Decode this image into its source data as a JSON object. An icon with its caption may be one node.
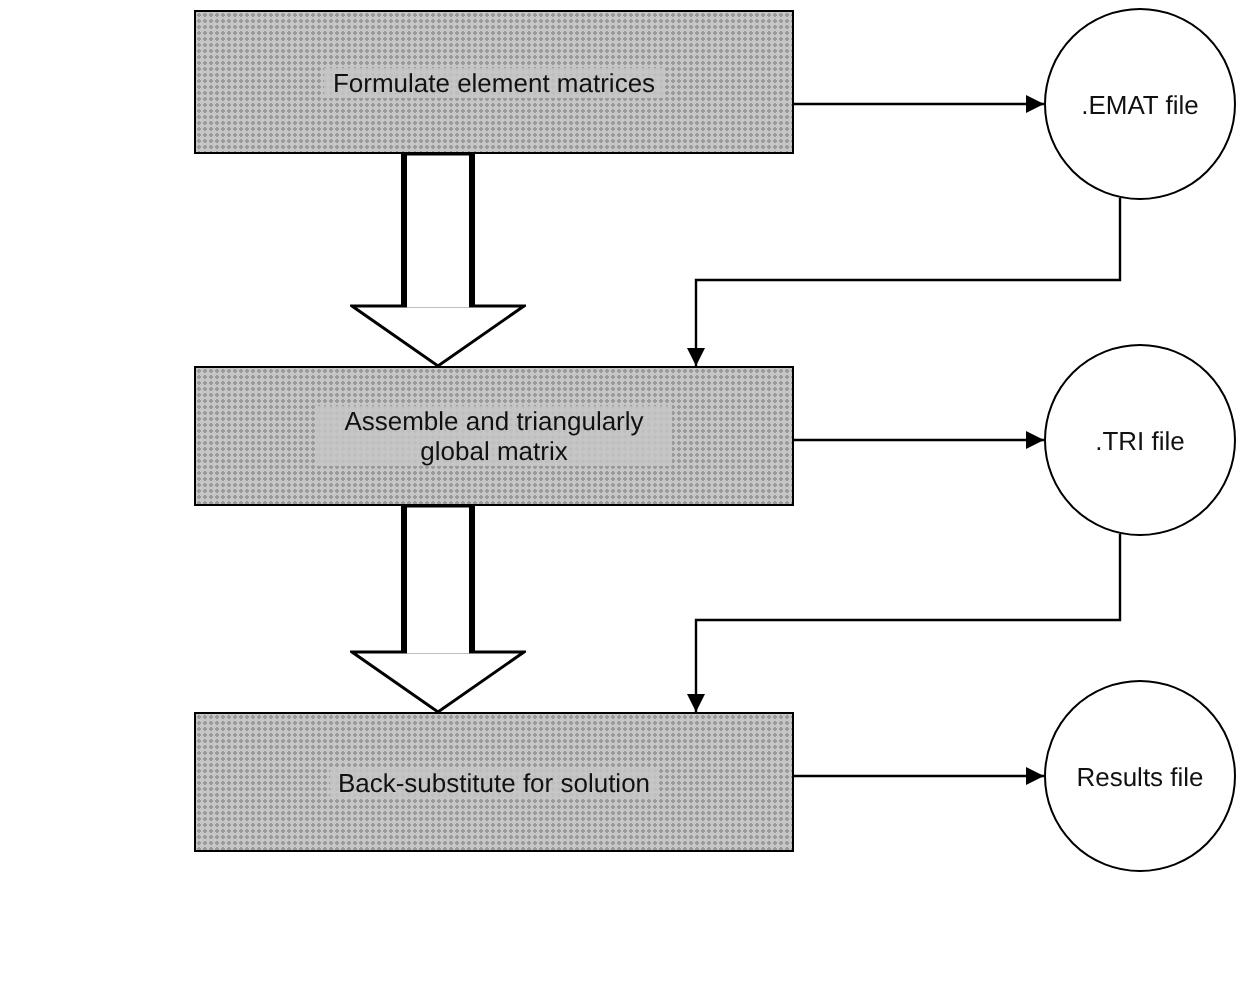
{
  "diagram": {
    "nodes": [
      {
        "text": [
          "Formulate element matrices"
        ]
      },
      {
        "text": [
          ".EMAT file"
        ]
      },
      {
        "text": [
          "Assemble and triangularly global matrix"
        ]
      },
      {
        "text": [
          ".TRI file"
        ]
      },
      {
        "text": [
          "Back-substitute for solution"
        ]
      },
      {
        "text": [
          "Results file"
        ]
      }
    ],
    "edges": [
      {
        "from": 0,
        "to": 1,
        "arrow": "to"
      },
      {
        "from": 1,
        "to": 2,
        "arrow": "to"
      },
      {
        "from": 0,
        "to": 2,
        "arrow": "to",
        "style": "thick"
      },
      {
        "from": 2,
        "to": 3,
        "arrow": "to"
      },
      {
        "from": 3,
        "to": 4,
        "arrow": "to"
      },
      {
        "from": 2,
        "to": 4,
        "arrow": "to",
        "style": "thick"
      },
      {
        "from": 4,
        "to": 5,
        "arrow": "to"
      }
    ]
  }
}
